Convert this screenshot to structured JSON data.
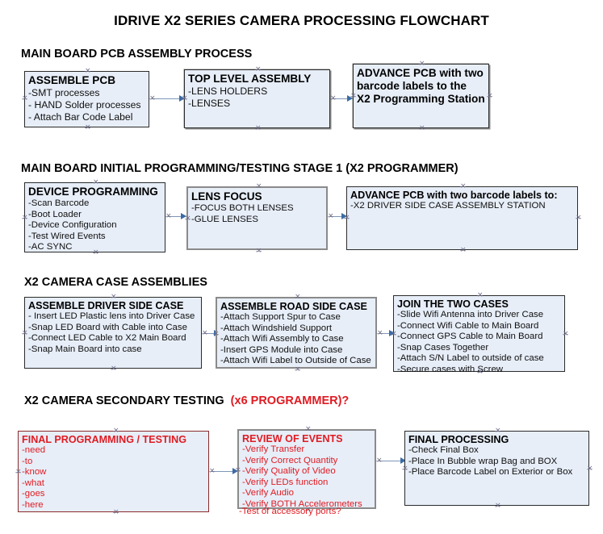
{
  "title": "IDRIVE X2  SERIES CAMERA PROCESSING FLOWCHART",
  "sections": [
    {
      "id": "sec1",
      "heading": "MAIN BOARD PCB ASSEMBLY PROCESS",
      "heading_red": ""
    },
    {
      "id": "sec2",
      "heading": "MAIN BOARD INITIAL PROGRAMMING/TESTING STAGE 1 (X2 PROGRAMMER)",
      "heading_red": ""
    },
    {
      "id": "sec3",
      "heading": "X2 CAMERA CASE ASSEMBLIES",
      "heading_red": ""
    },
    {
      "id": "sec4",
      "heading": "X2 CAMERA SECONDARY TESTING",
      "heading_red": "(x6 PROGRAMMER)?"
    }
  ],
  "boxes": {
    "assemble_pcb": {
      "header": "ASSEMBLE PCB",
      "lines": [
        "-SMT processes",
        "- HAND Solder processes",
        "- Attach Bar Code Label"
      ]
    },
    "top_level_assembly": {
      "header": "TOP LEVEL ASSEMBLY",
      "lines": [
        "-LENS HOLDERS",
        "-LENSES"
      ]
    },
    "advance_pcb_1": {
      "header": "ADVANCE PCB with two",
      "header2": "barcode labels to the",
      "header3": "X2 Programming Station",
      "lines": []
    },
    "device_programming": {
      "header": "DEVICE PROGRAMMING",
      "lines": [
        "-Scan Barcode",
        "-Boot Loader",
        "-Device Configuration",
        "-Test Wired Events",
        "-AC SYNC"
      ]
    },
    "lens_focus": {
      "header": "LENS FOCUS",
      "lines": [
        "-FOCUS BOTH LENSES",
        "-GLUE LENSES"
      ]
    },
    "advance_pcb_2": {
      "header": "ADVANCE PCB with two barcode labels to:",
      "lines": [
        "-X2 DRIVER  SIDE  CASE  ASSEMBLY STATION"
      ]
    },
    "driver_side_case": {
      "header": "ASSEMBLE DRIVER SIDE CASE",
      "lines": [
        "- Insert LED Plastic lens into Driver Case",
        "-Snap LED Board with Cable into Case",
        "-Connect LED Cable to X2 Main Board",
        "-Snap Main Board into case"
      ]
    },
    "road_side_case": {
      "header": "ASSEMBLE ROAD SIDE CASE",
      "lines": [
        "-Attach Support Spur to Case",
        "-Attach Windshield Support",
        "-Attach Wifi Assembly to Case",
        "-Insert GPS Module into Case",
        "-Attach Wifi Label to Outside of Case"
      ]
    },
    "join_two_cases": {
      "header": "JOIN THE TWO CASES",
      "lines": [
        "-Slide Wifi Antenna into Driver Case",
        "-Connect Wifi Cable to Main Board",
        "-Connect GPS Cable to Main Board",
        "-Snap Cases Together",
        "-Attach S/N Label to outside of case",
        "-Secure cases with Screw"
      ]
    },
    "final_programming": {
      "header": "FINAL PROGRAMMING / TESTING",
      "lines": [
        "-need",
        "-to",
        "-know",
        "-what",
        "-goes",
        "-here"
      ]
    },
    "review_of_events": {
      "header": "REVIEW OF EVENTS",
      "lines": [
        "-Verify Transfer",
        "-Verify Correct Quantity",
        "-Verify Quality of Video",
        "-Verify LEDs function",
        "-Verify Audio",
        "-Verify BOTH Accelerometers"
      ],
      "overflow_line": "-Test of accessory ports?"
    },
    "final_processing": {
      "header": "FINAL PROCESSING",
      "lines": [
        "-Check Final Box",
        "-Place In Bubble wrap Bag and BOX",
        "-Place Barcode Label on Exterior or Box"
      ]
    }
  },
  "colors": {
    "box_fill": "#e7eef8",
    "box_border": "#2b2b2b",
    "gray_border": "#8a8a8a",
    "red_text": "#e01b22",
    "connector": "#7d96b8",
    "arrowhead": "#3b6ba5"
  }
}
